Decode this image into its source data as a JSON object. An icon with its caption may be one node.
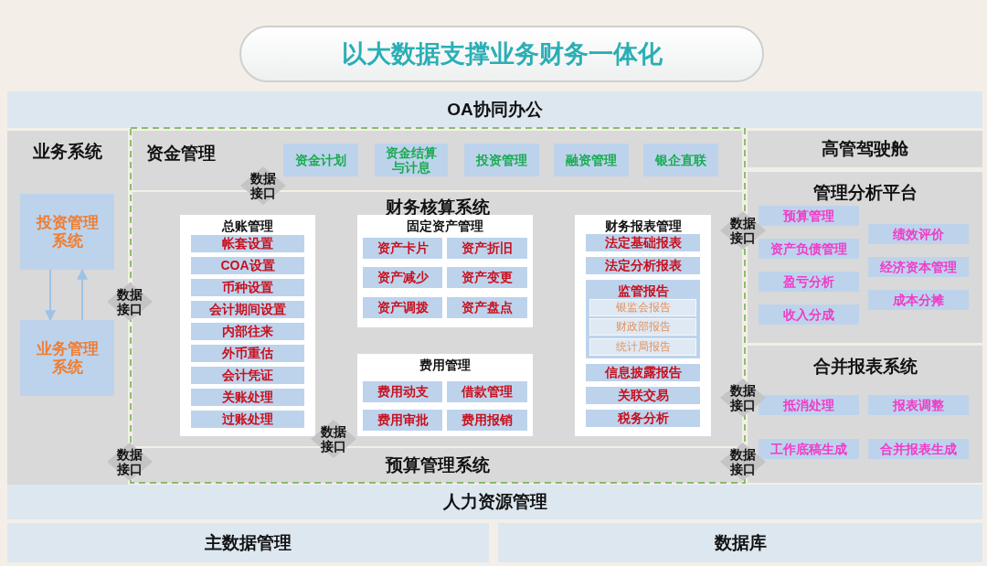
{
  "diagram": {
    "title": "以大数据支撑业务财务一体化",
    "nodes": [
      {
        "text": [
          "OA协同办公"
        ]
      },
      {
        "text": [
          "业务系统"
        ]
      },
      {
        "text": [
          "投资管理系统"
        ],
        "in": 1
      },
      {
        "text": [
          "业务管理系统"
        ],
        "in": 1
      },
      {
        "text": [
          "资金管理"
        ]
      },
      {
        "text": [
          "资金计划"
        ],
        "in": 4
      },
      {
        "text": [
          "资金结算与计息"
        ],
        "in": 4
      },
      {
        "text": [
          "投资管理"
        ],
        "in": 4
      },
      {
        "text": [
          "融资管理"
        ],
        "in": 4
      },
      {
        "text": [
          "银企直联"
        ],
        "in": 4
      },
      {
        "text": [
          "高管驾驶舱"
        ]
      },
      {
        "text": [
          "数据接口"
        ]
      },
      {
        "text": [
          "财务核算系统"
        ]
      },
      {
        "text": [
          "总账管理"
        ],
        "in": 12
      },
      {
        "text": [
          "帐套设置"
        ],
        "in": 13
      },
      {
        "text": [
          "COA设置"
        ],
        "in": 13
      },
      {
        "text": [
          "币种设置"
        ],
        "in": 13
      },
      {
        "text": [
          "会计期间设置"
        ],
        "in": 13
      },
      {
        "text": [
          "内部往来"
        ],
        "in": 13
      },
      {
        "text": [
          "外币重估"
        ],
        "in": 13
      },
      {
        "text": [
          "会计凭证"
        ],
        "in": 13
      },
      {
        "text": [
          "关账处理"
        ],
        "in": 13
      },
      {
        "text": [
          "过账处理"
        ],
        "in": 13
      },
      {
        "text": [
          "固定资产管理"
        ],
        "in": 12
      },
      {
        "text": [
          "资产卡片"
        ],
        "in": 23
      },
      {
        "text": [
          "资产折旧"
        ],
        "in": 23
      },
      {
        "text": [
          "资产减少"
        ],
        "in": 23
      },
      {
        "text": [
          "资产变更"
        ],
        "in": 23
      },
      {
        "text": [
          "资产调拨"
        ],
        "in": 23
      },
      {
        "text": [
          "资产盘点"
        ],
        "in": 23
      },
      {
        "text": [
          "财务报表管理"
        ],
        "in": 12
      },
      {
        "text": [
          "法定基础报表"
        ],
        "in": 30
      },
      {
        "text": [
          "法定分析报表"
        ],
        "in": 30
      },
      {
        "text": [
          "监管报告"
        ],
        "in": 30
      },
      {
        "text": [
          "银监会报告"
        ],
        "in": 33
      },
      {
        "text": [
          "财政部报告"
        ],
        "in": 33
      },
      {
        "text": [
          "统计局报告"
        ],
        "in": 33
      },
      {
        "text": [
          "信息披露报告"
        ],
        "in": 30
      },
      {
        "text": [
          "关联交易"
        ],
        "in": 30
      },
      {
        "text": [
          "税务分析"
        ],
        "in": 30
      },
      {
        "text": [
          "费用管理"
        ],
        "in": 12
      },
      {
        "text": [
          "费用动支"
        ],
        "in": 40
      },
      {
        "text": [
          "借款管理"
        ],
        "in": 40
      },
      {
        "text": [
          "费用审批"
        ],
        "in": 40
      },
      {
        "text": [
          "费用报销"
        ],
        "in": 40
      },
      {
        "text": [
          "管理分析平台"
        ]
      },
      {
        "text": [
          "预算管理"
        ],
        "in": 45
      },
      {
        "text": [
          "资产负债管理"
        ],
        "in": 45
      },
      {
        "text": [
          "盈亏分析"
        ],
        "in": 45
      },
      {
        "text": [
          "收入分成"
        ],
        "in": 45
      },
      {
        "text": [
          "绩效评价"
        ],
        "in": 45
      },
      {
        "text": [
          "经济资本管理"
        ],
        "in": 45
      },
      {
        "text": [
          "成本分摊"
        ],
        "in": 45
      },
      {
        "text": [
          "合并报表系统"
        ]
      },
      {
        "text": [
          "抵消处理"
        ],
        "in": 53
      },
      {
        "text": [
          "报表调整"
        ],
        "in": 53
      },
      {
        "text": [
          "工作底稿生成"
        ],
        "in": 53
      },
      {
        "text": [
          "合并报表生成"
        ],
        "in": 53
      },
      {
        "text": [
          "数据接口"
        ]
      },
      {
        "text": [
          "数据接口"
        ]
      },
      {
        "text": [
          "数据接口"
        ]
      },
      {
        "text": [
          "数据接口"
        ]
      },
      {
        "text": [
          "数据接口"
        ]
      },
      {
        "text": [
          "数据接口"
        ]
      },
      {
        "text": [
          "预算管理系统"
        ]
      },
      {
        "text": [
          "人力资源管理"
        ]
      },
      {
        "text": [
          "主数据管理"
        ]
      },
      {
        "text": [
          "数据库"
        ]
      }
    ],
    "edges": [
      {
        "from": 2,
        "to": 3,
        "arrow": "to"
      },
      {
        "from": 3,
        "to": 2,
        "arrow": "to"
      }
    ]
  }
}
